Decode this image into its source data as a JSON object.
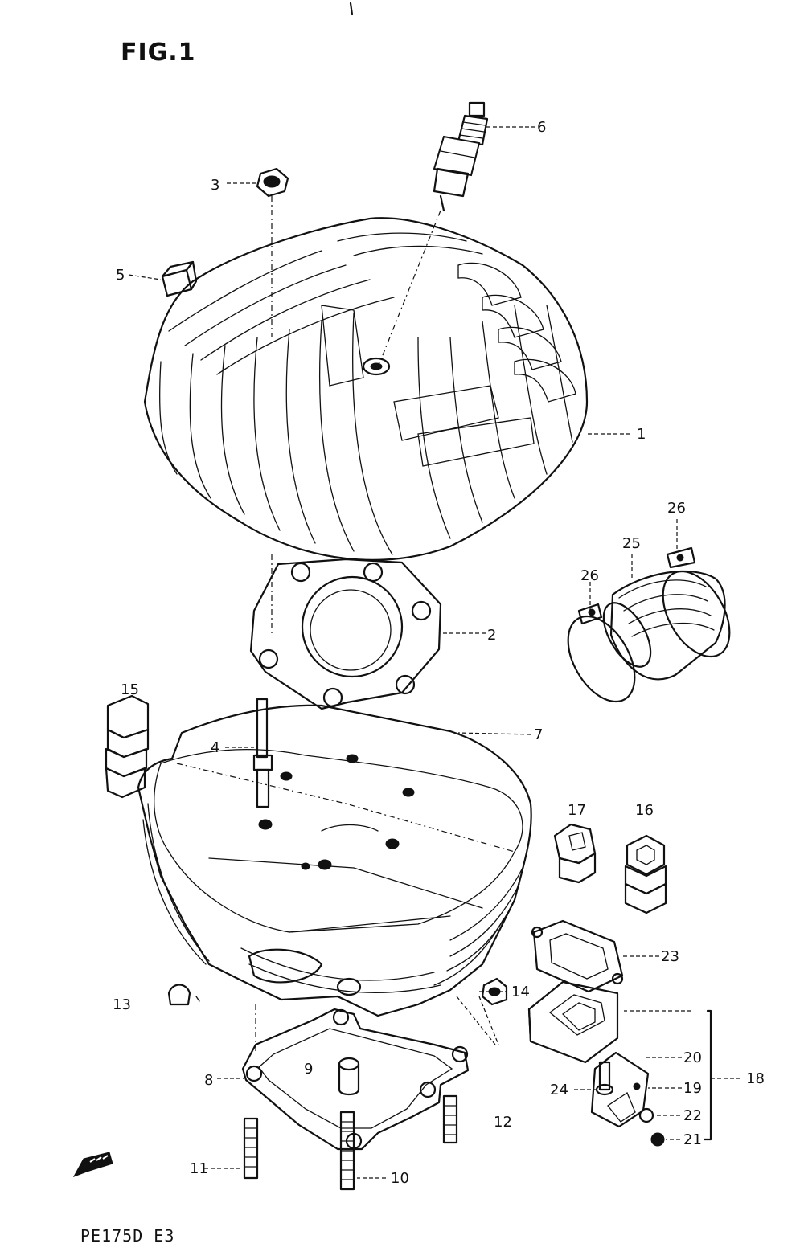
{
  "figure": {
    "title": "FIG.1",
    "model_code": "PE175D  E3"
  },
  "callouts": {
    "c1": "1",
    "c2": "2",
    "c3": "3",
    "c4": "4",
    "c5": "5",
    "c6": "6",
    "c7": "7",
    "c8": "8",
    "c9": "9",
    "c10": "10",
    "c11": "11",
    "c12": "12",
    "c13": "13",
    "c14": "14",
    "c15": "15",
    "c16": "16",
    "c17": "17",
    "c18": "18",
    "c19": "19",
    "c20": "20",
    "c21": "21",
    "c22": "22",
    "c23": "23",
    "c24": "24",
    "c25": "25",
    "c26a": "26",
    "c26b": "26"
  },
  "icons": {
    "direction_arrow": "front-arrow-icon"
  }
}
